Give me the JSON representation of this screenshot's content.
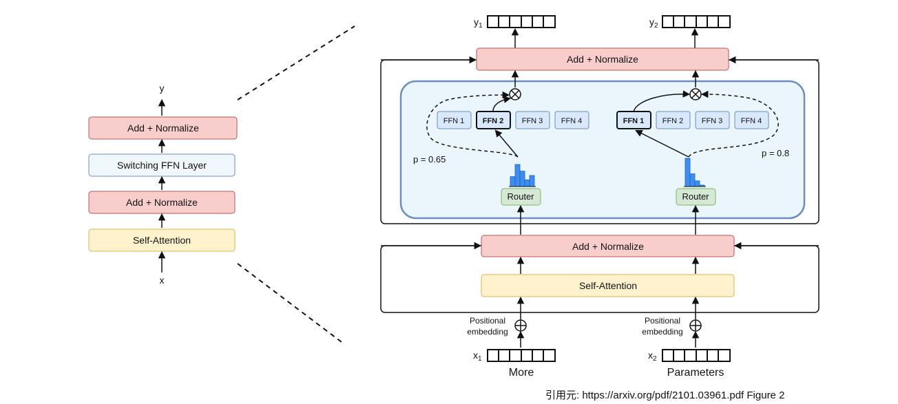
{
  "left_stack": {
    "output": "y",
    "input": "x",
    "add_norm_top": "Add + Normalize",
    "switching_ffn": "Switching FFN Layer",
    "add_norm_mid": "Add + Normalize",
    "self_attention": "Self-Attention"
  },
  "right": {
    "outputs": {
      "y1_main": "y",
      "y1_sub": "1",
      "y2_main": "y",
      "y2_sub": "2"
    },
    "add_norm_top": "Add + Normalize",
    "add_norm_bottom": "Add + Normalize",
    "self_attention": "Self-Attention",
    "router_left": {
      "label": "Router",
      "prob": "p = 0.65",
      "histogram": [
        0.45,
        1.0,
        0.7,
        0.3,
        0.5
      ],
      "experts": [
        "FFN 1",
        "FFN 2",
        "FFN 3",
        "FFN 4"
      ],
      "selected": 1
    },
    "router_right": {
      "label": "Router",
      "prob": "p = 0.8",
      "histogram": [
        1.0,
        0.45,
        0.2,
        0.05
      ],
      "experts": [
        "FFN 1",
        "FFN 2",
        "FFN 3",
        "FFN 4"
      ],
      "selected": 0
    },
    "positional_left": [
      "Positional",
      "embedding"
    ],
    "positional_right": [
      "Positional",
      "embedding"
    ],
    "inputs": {
      "x1_main": "x",
      "x1_sub": "1",
      "x2_main": "x",
      "x2_sub": "2",
      "token1": "More",
      "token2": "Parameters"
    }
  },
  "source": "引用元: https://arxiv.org/pdf/2101.03961.pdf Figure 2",
  "colors": {
    "norm_fill": "#f8cecc",
    "norm_stroke": "#b85450",
    "ffn_layer_fill": "#f0f8fd",
    "ffn_layer_stroke": "#6c8ebf",
    "attn_fill": "#fff2cc",
    "attn_stroke": "#d6b656",
    "router_fill": "#d5e8d4",
    "router_stroke": "#82b366",
    "expert_fill": "#dae8fc",
    "expert_stroke": "#6c8ebf",
    "moe_fill": "#eaf6fc",
    "moe_stroke": "#6c8ebf",
    "bar": "#3d8ef0"
  }
}
